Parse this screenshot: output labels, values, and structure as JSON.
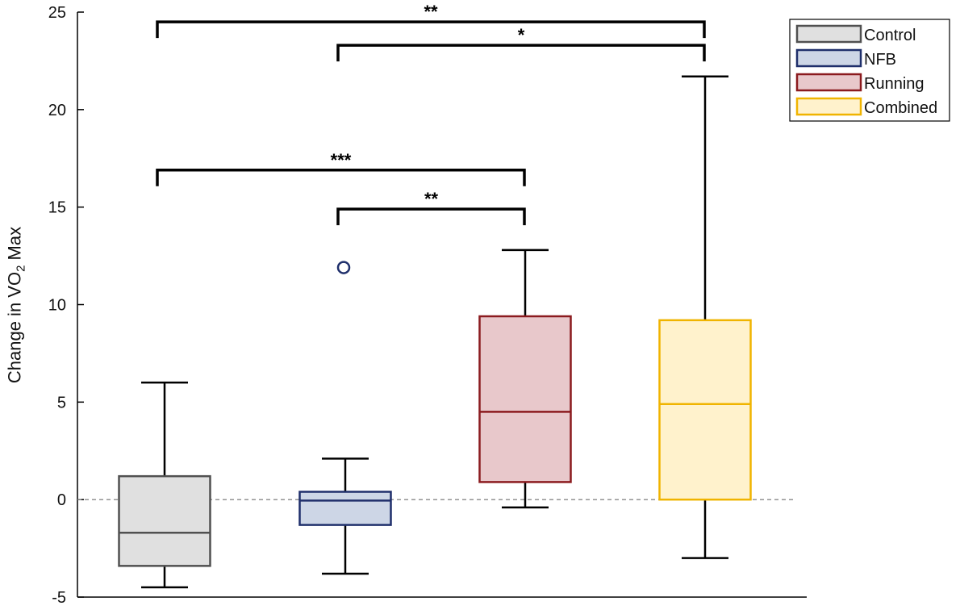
{
  "chart_data": {
    "type": "box",
    "ylabel": {
      "prefix": "Change in VO",
      "sub": "2",
      "suffix": " Max"
    },
    "ylim": [
      -5,
      25
    ],
    "yticks": [
      -5,
      0,
      5,
      10,
      15,
      20,
      25
    ],
    "zero_line": 0,
    "groups": [
      {
        "name": "Control",
        "fill": "#e0e0e0",
        "stroke": "#505050",
        "whisker_low": -4.5,
        "q1": -3.4,
        "median": -1.7,
        "q3": 1.2,
        "whisker_high": 6.0,
        "outliers": []
      },
      {
        "name": "NFB",
        "fill": "#cdd6e6",
        "stroke": "#1f2f6b",
        "whisker_low": -3.8,
        "q1": -1.3,
        "median": -0.05,
        "q3": 0.4,
        "whisker_high": 2.1,
        "outliers": [
          11.9
        ]
      },
      {
        "name": "Running",
        "fill": "#e8c8cb",
        "stroke": "#8b1a1e",
        "whisker_low": -0.4,
        "q1": 0.9,
        "median": 4.5,
        "q3": 9.4,
        "whisker_high": 12.8,
        "outliers": []
      },
      {
        "name": "Combined",
        "fill": "#fff2cc",
        "stroke": "#f0b400",
        "whisker_low": -3.0,
        "q1": 0.0,
        "median": 4.9,
        "q3": 9.2,
        "whisker_high": 21.7,
        "outliers": []
      }
    ],
    "significance": [
      {
        "from": 0,
        "to": 3,
        "y": 24.5,
        "label": "**"
      },
      {
        "from": 1,
        "to": 3,
        "y": 23.3,
        "label": "*"
      },
      {
        "from": 0,
        "to": 2,
        "y": 16.9,
        "label": "***"
      },
      {
        "from": 1,
        "to": 2,
        "y": 14.9,
        "label": "**"
      }
    ],
    "legend": [
      "Control",
      "NFB",
      "Running",
      "Combined"
    ],
    "legend_position": "top-right",
    "grid": false
  }
}
